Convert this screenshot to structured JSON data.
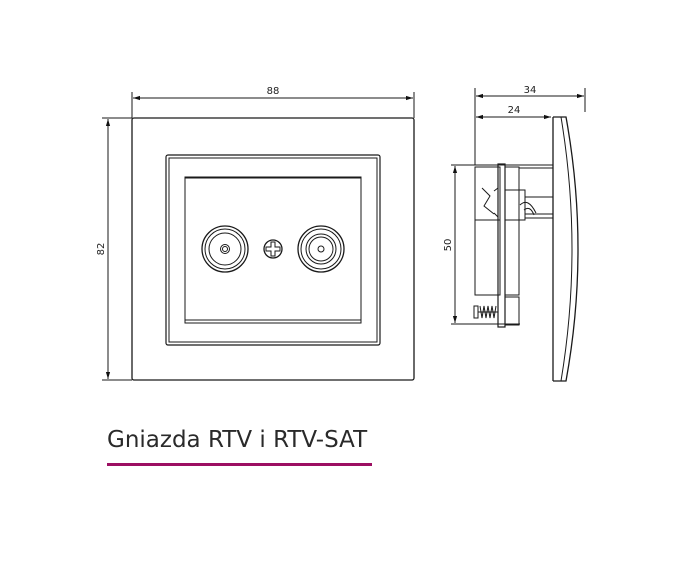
{
  "title": "Gniazda RTV i RTV-SAT",
  "accent_color": "#9c0f62",
  "front_view": {
    "width_label": "88",
    "height_label": "82",
    "icons": [
      "tv-connector-icon",
      "screw-icon",
      "sat-connector-icon"
    ]
  },
  "side_view": {
    "depth_total_label": "34",
    "depth_mount_label": "24",
    "height_label": "50"
  }
}
